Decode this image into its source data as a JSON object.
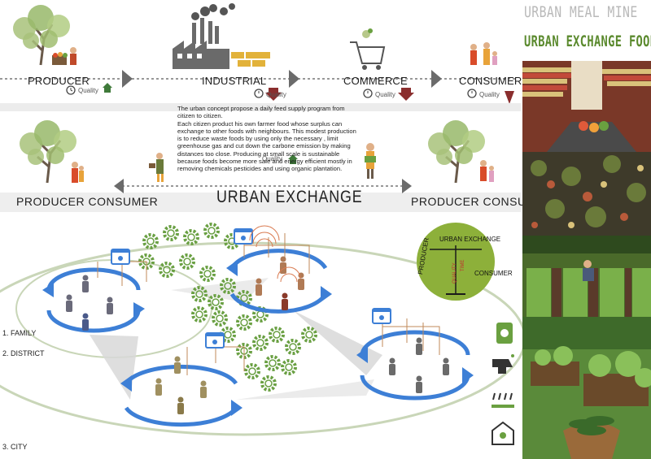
{
  "header": {
    "line1": "URBAN MEAL MINE",
    "line2": "URBAN EXCHANGE FOOD"
  },
  "chain": {
    "stages": [
      {
        "label": "PRODUCER",
        "quality": "Quality"
      },
      {
        "label": "INDUSTRIAL",
        "quality": "Quality"
      },
      {
        "label": "COMMERCE",
        "quality": "Quality"
      },
      {
        "label": "CONSUMER",
        "quality": "Quality"
      }
    ]
  },
  "concept": {
    "paragraph1": "The urban concept propose a daily feed supply program from citizen to citizen.",
    "paragraph2": "Each citizen product his own farmer food whose surplus can exchange to other foods with neighbours. This modest production is to reduce waste foods by using only the necessary , limit greenhouse gas and cut down the carbone emission by making distances too close.  Producing at small scale is sustainable because foods become more safe and energy efficient mostly in removing chemicals pesticides and using organic plantation.",
    "quality": "Quality"
  },
  "exchange": {
    "left_label": "PRODUCER CONSUMER",
    "right_label": "PRODUCER CONSUMER",
    "title": "URBAN EXCHANGE"
  },
  "scale_badge": {
    "top": "URBAN EXCHANGE",
    "left": "PRODUCER",
    "right": "CONSUMER",
    "mid1": "QUALITY",
    "mid2": "TIME"
  },
  "levels": [
    {
      "label": "1.  FAMILY"
    },
    {
      "label": "2.  DISTRICT"
    },
    {
      "label": "3.  CITY"
    }
  ],
  "colors": {
    "accent_green": "#5b8a2e",
    "badge_green": "#8db03a",
    "arrow_dark": "#6b6b6b",
    "down_arrow": "#8a2e2e",
    "cycle_blue": "#3d7fd6",
    "node_brown": "#b07a55"
  },
  "icons": [
    "clock-icon",
    "house-icon",
    "down-arrow-icon",
    "gear-icon",
    "app-window-icon",
    "person-icon",
    "seed-bag-icon",
    "watering-icon",
    "rain-icon",
    "greenhouse-icon"
  ]
}
